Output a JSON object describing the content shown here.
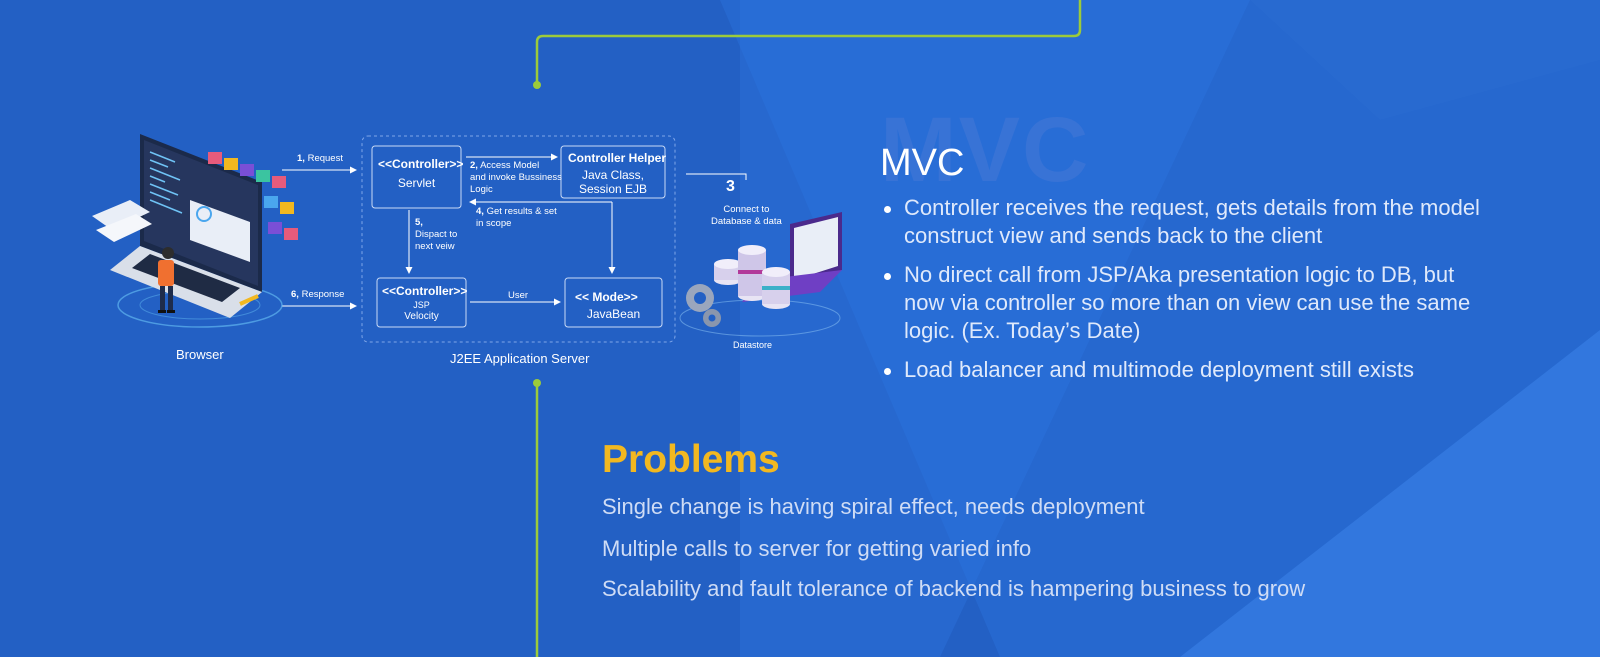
{
  "diagram": {
    "browser_label": "Browser",
    "server_label": "J2EE Application Server",
    "datastore_label": "Datastore",
    "servlet_box": {
      "title": "<<Controller>>",
      "subtitle": "Servlet"
    },
    "helper_box": {
      "title": "Controller Helper",
      "line1": "Java Class,",
      "line2": "Session EJB"
    },
    "jsp_box": {
      "title": "<<Controller>>",
      "line1": "JSP",
      "line2": "Velocity"
    },
    "model_box": {
      "title": "<< Mode>>",
      "subtitle": "JavaBean"
    },
    "step1": {
      "num": "1,",
      "text": "Request"
    },
    "step2": {
      "num": "2,",
      "line1": "Access Model",
      "line2": "and invoke Bussiness",
      "line3": "Logic"
    },
    "step3": {
      "num": "3",
      "line1": "Connect to",
      "line2": "Database & data"
    },
    "step4": {
      "num": "4,",
      "line1": "Get results & set",
      "line2": "in scope"
    },
    "step5": {
      "num": "5,",
      "line1": "Dispact to",
      "line2": "next veiw"
    },
    "step6": {
      "num": "6,",
      "text": "Response"
    },
    "user_label": "User"
  },
  "mvc": {
    "ghost": "MVC",
    "title": "MVC",
    "bullets": [
      "Controller receives the request, gets details from the model construct view and sends back to the client",
      "No direct call from JSP/Aka presentation logic to DB, but now via controller so more than on view can use the same logic. (Ex. Today’s Date)",
      "Load balancer and multimode deployment still exists"
    ]
  },
  "problems": {
    "title": "Problems",
    "items": [
      "Single change is having spiral effect, needs deployment",
      "Multiple calls to server for getting varied info",
      "Scalability and fault tolerance of backend is hampering business to grow"
    ]
  },
  "colors": {
    "background": "#2360c4",
    "accent_green": "#9ccb3b",
    "problems_title": "#f2b820"
  }
}
